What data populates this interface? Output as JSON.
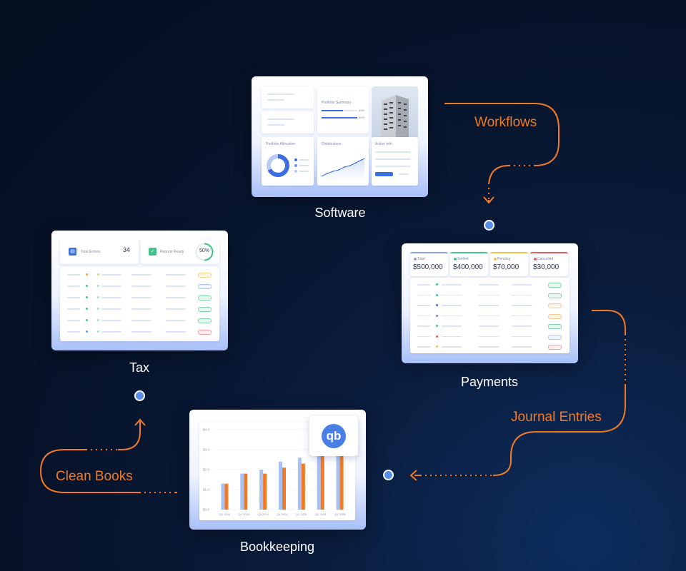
{
  "stages": {
    "software": "Software",
    "payments": "Payments",
    "bookkeeping": "Bookkeeping",
    "tax": "Tax"
  },
  "flows": {
    "workflows": "Workflows",
    "journal_entries": "Journal Entries",
    "clean_books": "Clean Books"
  },
  "software_card": {
    "portfolio_summary": "Portfolio Summary",
    "portfolio_allocation": "Portfolio Allocation",
    "distributions": "Distributions",
    "action_info": "Action Info",
    "progress_a": "60%",
    "progress_b": "80%"
  },
  "payments_card": {
    "stats": [
      {
        "label": "Total",
        "value": "$500,000",
        "color": "#8fa6d8"
      },
      {
        "label": "Settled",
        "value": "$400,000",
        "color": "#4cc38a"
      },
      {
        "label": "Pending",
        "value": "$70,000",
        "color": "#f2c14e"
      },
      {
        "label": "Cancelled",
        "value": "$30,000",
        "color": "#e85a6a"
      }
    ]
  },
  "tax_card": {
    "total_entries_label": "Total Entries",
    "total_entries_value": "34",
    "reports_ready_label": "Reports Ready",
    "reports_ready_value": "50%",
    "reports_ready_fraction": 0.5
  },
  "bookkeeping_card": {
    "logo_text": "qb",
    "y_ticks": [
      "$4.0",
      "$3.0",
      "$2.0",
      "$1.0",
      "$0.0"
    ],
    "chart_data": {
      "type": "bar",
      "categories": [
        "Q1 2024",
        "Q2 2024",
        "Q3 2024",
        "Q4 2024",
        "Q1 2025",
        "Q2 2025",
        "Q3 2025"
      ],
      "series": [
        {
          "values": [
            1.3,
            1.8,
            2.0,
            2.4,
            2.6,
            3.4,
            4.0
          ],
          "color": "#a8c1f5"
        },
        {
          "values": [
            1.3,
            1.8,
            1.8,
            2.1,
            2.3,
            3.0,
            3.6
          ],
          "color": "#f07a25"
        }
      ],
      "ylim": [
        0,
        4.0
      ]
    }
  },
  "colors": {
    "accent": "#f07a25",
    "node": "#5a8de8",
    "primary_blue": "#3b6fe0"
  }
}
